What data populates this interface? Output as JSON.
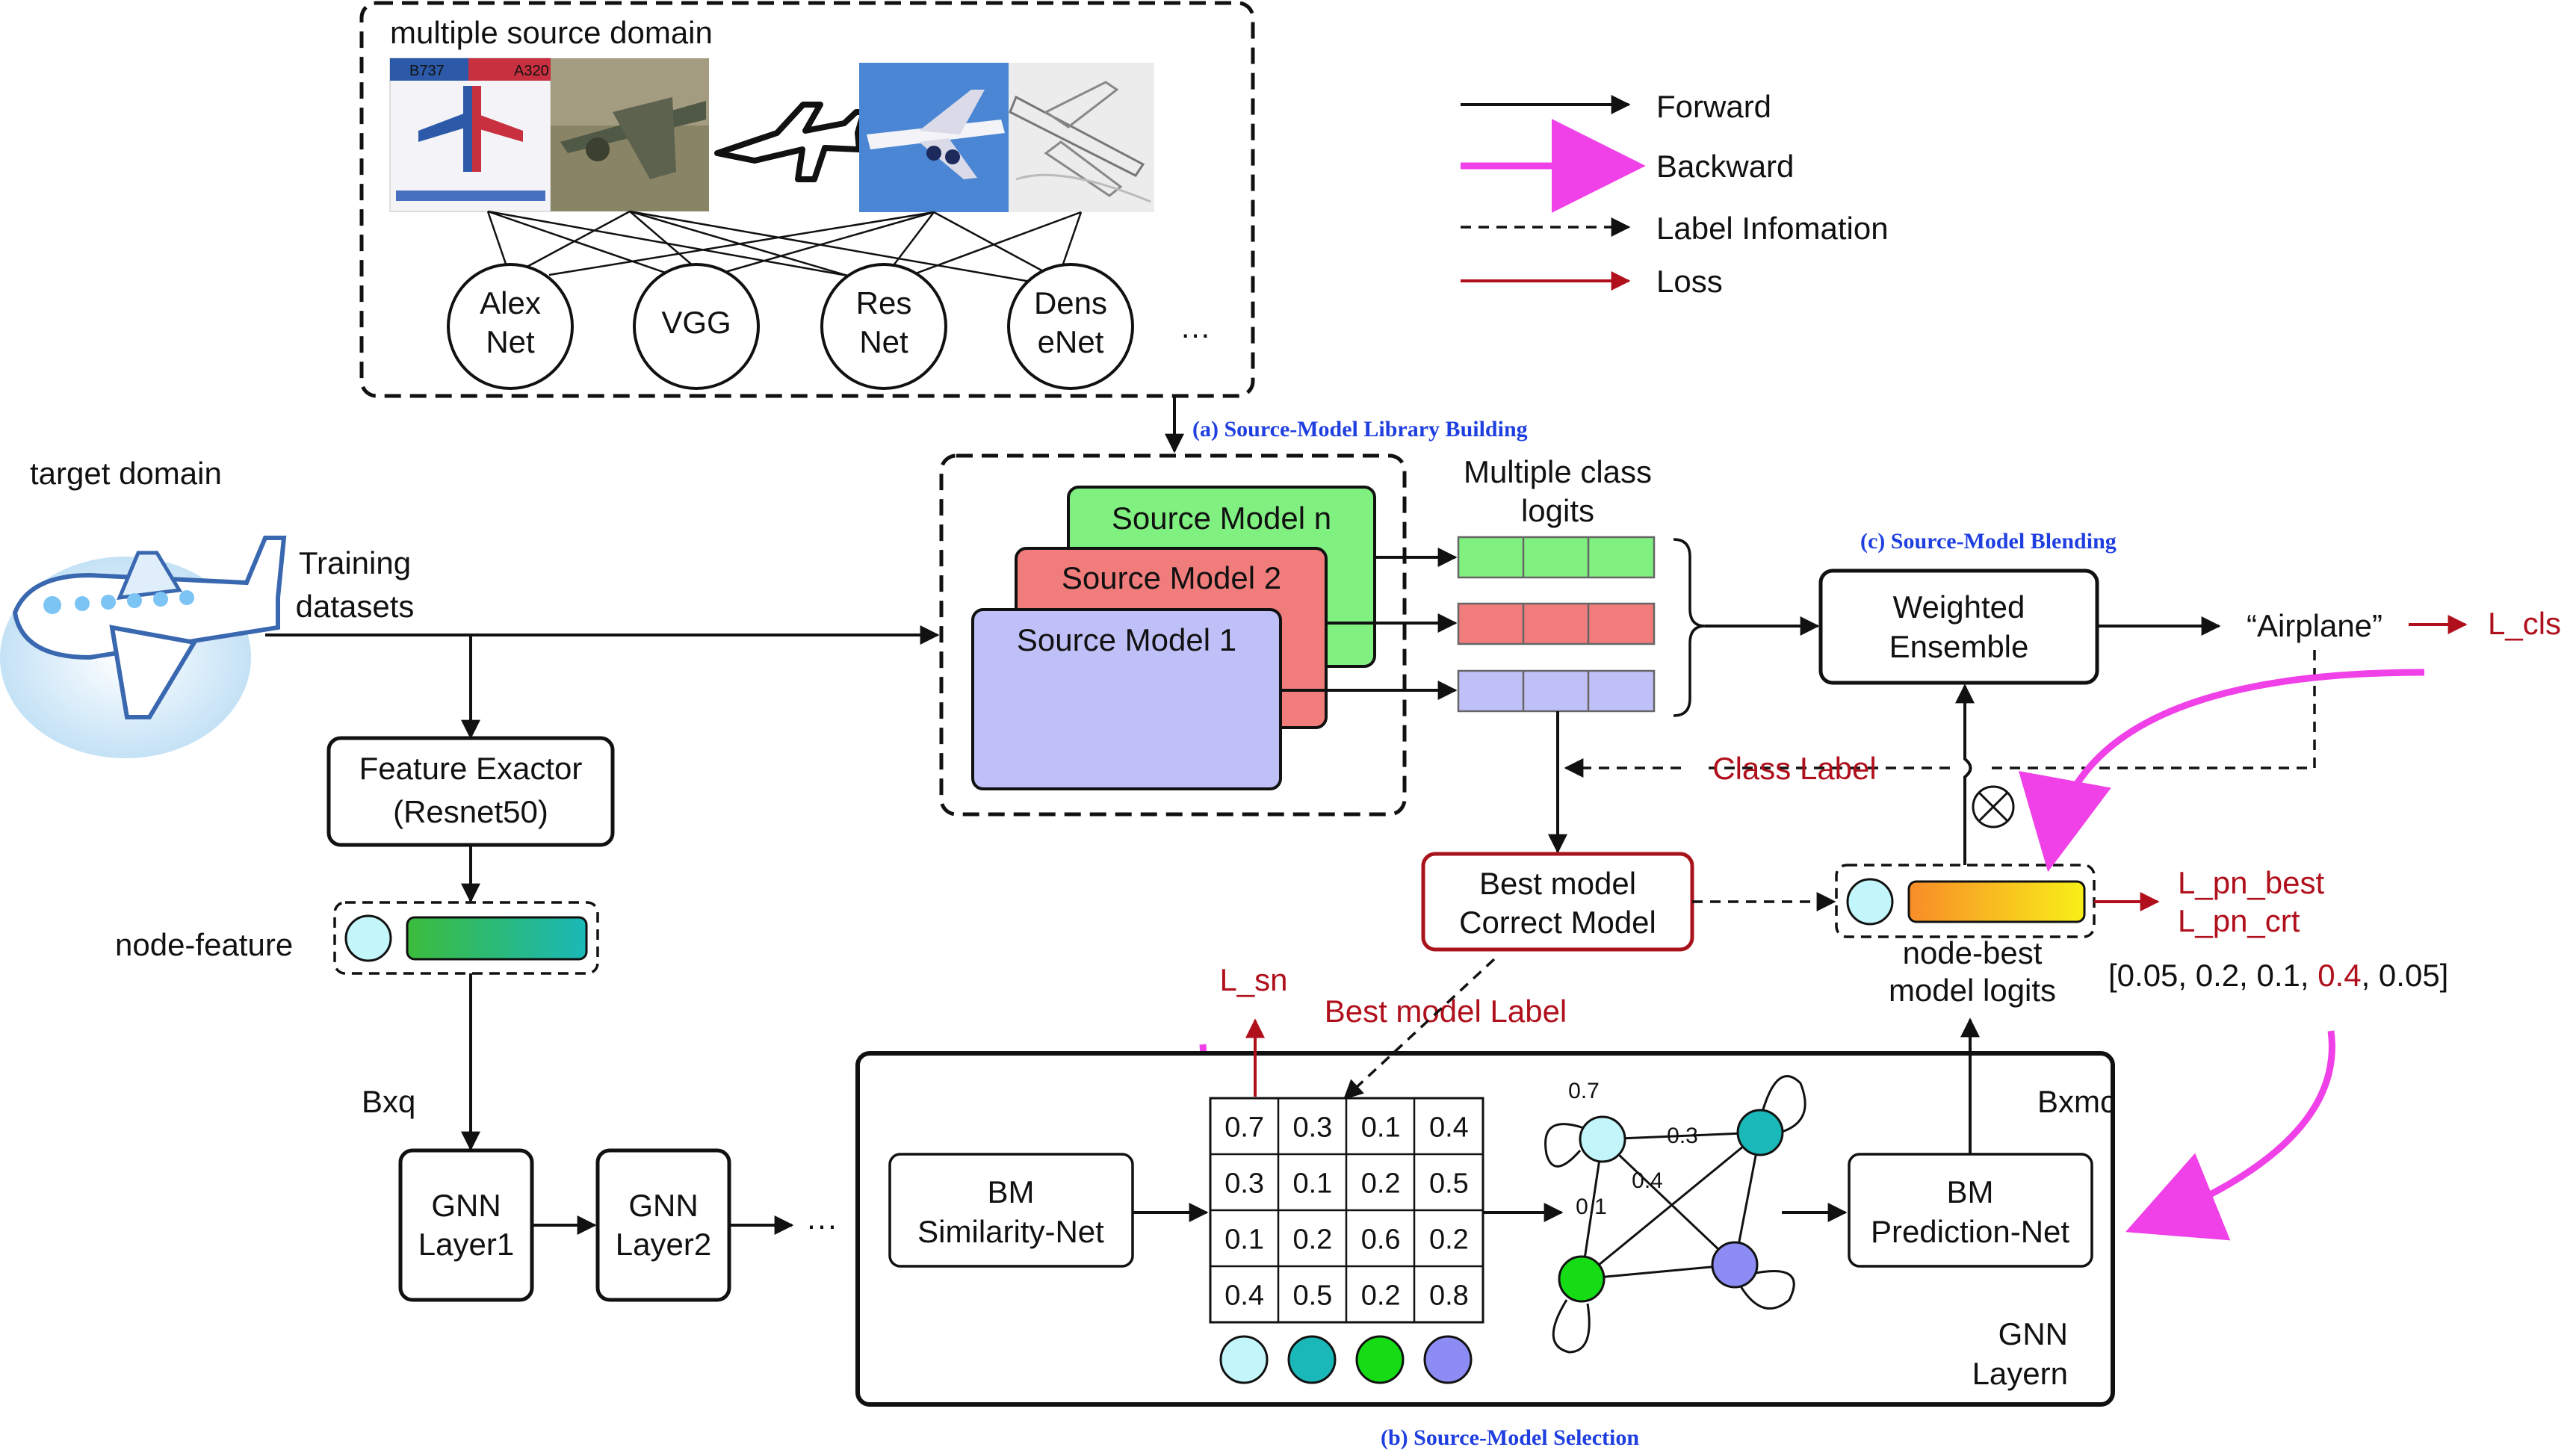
{
  "source_panel": {
    "title": "multiple source domain",
    "models": [
      {
        "line1": "Alex",
        "line2": "Net"
      },
      {
        "line1": "VGG",
        "line2": ""
      },
      {
        "line1": "Res",
        "line2": "Net"
      },
      {
        "line1": "Dens",
        "line2": "eNet"
      }
    ],
    "ellipsis": "…",
    "poster_labels": {
      "left": "B737",
      "right": "A320"
    }
  },
  "legend": {
    "forward": "Forward",
    "backward": "Backward",
    "label_info": "Label Infomation",
    "loss": "Loss"
  },
  "stage_labels": {
    "a": "(a) Source-Model Library Building",
    "b": "(b) Source-Model Selection",
    "c": "(c) Source-Model Blending"
  },
  "target": {
    "title": "target domain",
    "training_line1": "Training",
    "training_line2": "datasets"
  },
  "feature": {
    "box_line1": "Feature Exactor",
    "box_line2": "(Resnet50)",
    "node_feature": "node-feature",
    "dim_label": "Bxq"
  },
  "gnn_layers": {
    "layer1_line1": "GNN",
    "layer1_line2": "Layer1",
    "layer2_line1": "GNN",
    "layer2_line2": "Layer2",
    "ellipsis": "···"
  },
  "library": {
    "source_n": "Source Model n",
    "source_2": "Source Model 2",
    "source_1": "Source Model 1",
    "logits_line1": "Multiple class",
    "logits_line2": "logits"
  },
  "blending": {
    "ensemble_line1": "Weighted",
    "ensemble_line2": "Ensemble",
    "prediction": "“Airplane”",
    "loss_cls": "L_cls",
    "class_label": "Class Label",
    "otimes": "⊗",
    "best_line1": "Best model",
    "best_line2": "Correct Model",
    "loss_pn_best": "L_pn_best",
    "loss_pn_crt": "L_pn_crt",
    "node_best_line1": "node-best",
    "node_best_line2": "model logits",
    "vector_prefix": "[0.05, 0.2, 0.1, ",
    "vector_highlight": "0.4",
    "vector_suffix": ", 0.05]"
  },
  "selection": {
    "loss_sn": "L_sn",
    "best_model_label": "Best model Label",
    "sim_line1": "BM",
    "sim_line2": "Similarity-Net",
    "pred_line1": "BM",
    "pred_line2": "Prediction-Net",
    "dim_label": "Bxmc",
    "gnn_line1": "GNN",
    "gnn_line2": "Layern",
    "matrix": [
      [
        "0.7",
        "0.3",
        "0.1",
        "0.4"
      ],
      [
        "0.3",
        "0.1",
        "0.2",
        "0.5"
      ],
      [
        "0.1",
        "0.2",
        "0.6",
        "0.2"
      ],
      [
        "0.4",
        "0.5",
        "0.2",
        "0.8"
      ]
    ],
    "edge_labels": {
      "e1": "0.7",
      "e2": "0.3",
      "e3": "0.4",
      "e4": "0.1"
    }
  },
  "colors": {
    "source_n": "#80f080",
    "source_2": "#f07c7c",
    "source_1": "#c0c0f8",
    "node_light_cyan": "#c2f6fa",
    "node_teal": "#1ab8b8",
    "node_green": "#16dc16",
    "node_purple": "#8c8cf4",
    "backward": "#f040e8",
    "loss": "#b0101c",
    "stage_label": "#1f3fe0"
  }
}
